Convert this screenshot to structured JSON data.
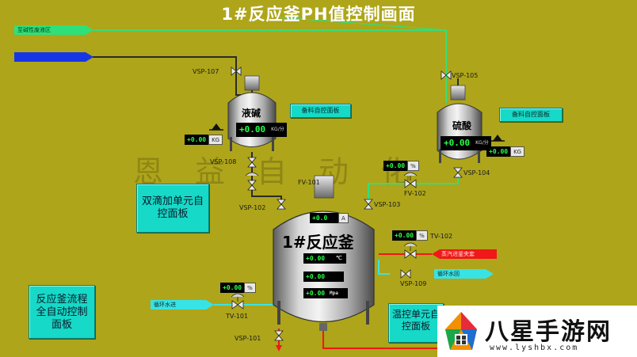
{
  "title": "1#反应釜PH值控制画面",
  "inlets": {
    "green_line": "至碱性废液区",
    "blue_line": ""
  },
  "valves": {
    "vsp107": "VSP-107",
    "vsp105": "VSP-105",
    "vsp108": "VSP-108",
    "vsp104": "VSP-104",
    "vsp102": "VSP-102",
    "vsp103": "VSP-103",
    "fv101": "FV-101",
    "fv102": "FV-102",
    "tv102": "TV-102",
    "vsp109": "VSP-109",
    "tv101": "TV-101",
    "vsp101": "VSP-101"
  },
  "tanks": {
    "lye": {
      "name": "液碱",
      "level": "+0.00",
      "level_unit": "KG/分",
      "weight": "+0.00",
      "weight_unit": "KG",
      "panel_btn": "备料自控面板"
    },
    "acid": {
      "name": "硫酸",
      "level": "+0.00",
      "level_unit": "KG/分",
      "weight": "+0.00",
      "weight_unit": "KG",
      "panel_btn": "备料自控面板"
    }
  },
  "reactor": {
    "name": "1#反应釜",
    "agitator": {
      "value": "+0.0",
      "unit": "A"
    },
    "temp": {
      "value": "+0.00",
      "unit": "℃"
    },
    "ph": {
      "value": "+0.00",
      "unit": ""
    },
    "pressure": {
      "value": "+0.00",
      "unit": "Mpa"
    }
  },
  "flow_displays": {
    "fv102": {
      "value": "+0.00",
      "unit": "%"
    },
    "tv102": {
      "value": "+0.00",
      "unit": "%"
    },
    "tv101": {
      "value": "+0.00",
      "unit": "%"
    }
  },
  "lines": {
    "red_in": "蒸汽进釜夹套",
    "cyan_out": "循环水回",
    "cyan_in": "循环水进"
  },
  "panels": {
    "dual_drip": "双滴加单元自控面板",
    "reactor_flow": "反应釜流程全自动控制面板",
    "temp_ctrl": "温控单元自控面板"
  },
  "watermark": "恩益自动化",
  "logo": {
    "brand": "八星手游网",
    "url": "www.lyshbx.com"
  },
  "colors": {
    "background": "#aea51a",
    "green_pipe": "#2fe07a",
    "blue_pipe": "#1737e6",
    "red_pipe": "#f01818",
    "cyan_pipe": "#38e3e6",
    "panel": "#16d9c7"
  }
}
